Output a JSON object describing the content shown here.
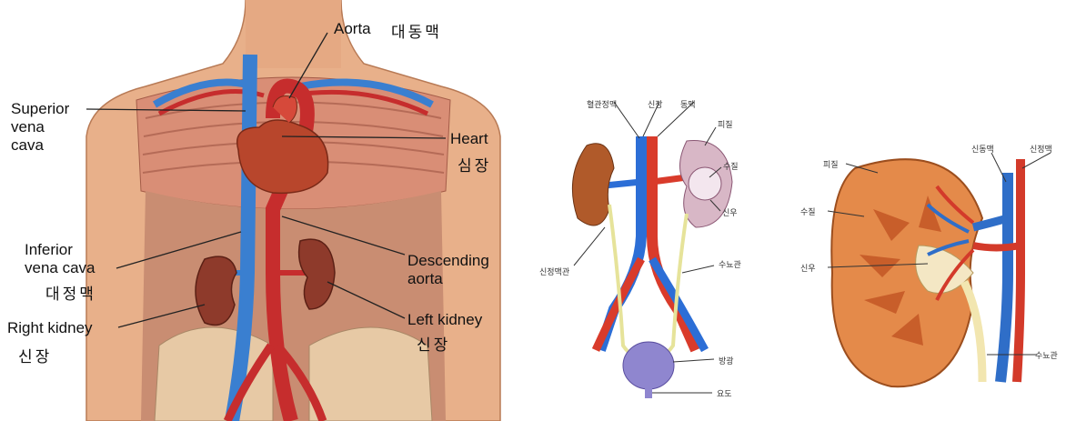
{
  "torso": {
    "aorta": "Aorta",
    "aorta_kr": "대동맥",
    "svc": "Superior\nvena\ncava",
    "heart": "Heart",
    "heart_kr": "심장",
    "ivc": "Inferior\nvena cava",
    "ivc_kr": "대정맥",
    "desc": "Descending\naorta",
    "right_kidney": "Right kidney",
    "right_kidney_kr": "신장",
    "left_kidney": "Left kidney",
    "left_kidney_kr": "신장"
  },
  "urinary": {
    "renal_vein": "혈관정맥",
    "kidney": "신장",
    "artery": "동맥",
    "cortex": "피질",
    "medulla": "수질",
    "pelvis": "신우",
    "renal_tube": "신정맥관",
    "ureter": "수뇨관",
    "bladder": "방광",
    "urethra": "요도"
  },
  "kidney_section": {
    "cortex": "피질",
    "renal_artery": "신동맥",
    "renal_vein": "신정맥",
    "medulla": "수질",
    "pelvis": "신우",
    "ureter": "수뇨관"
  }
}
